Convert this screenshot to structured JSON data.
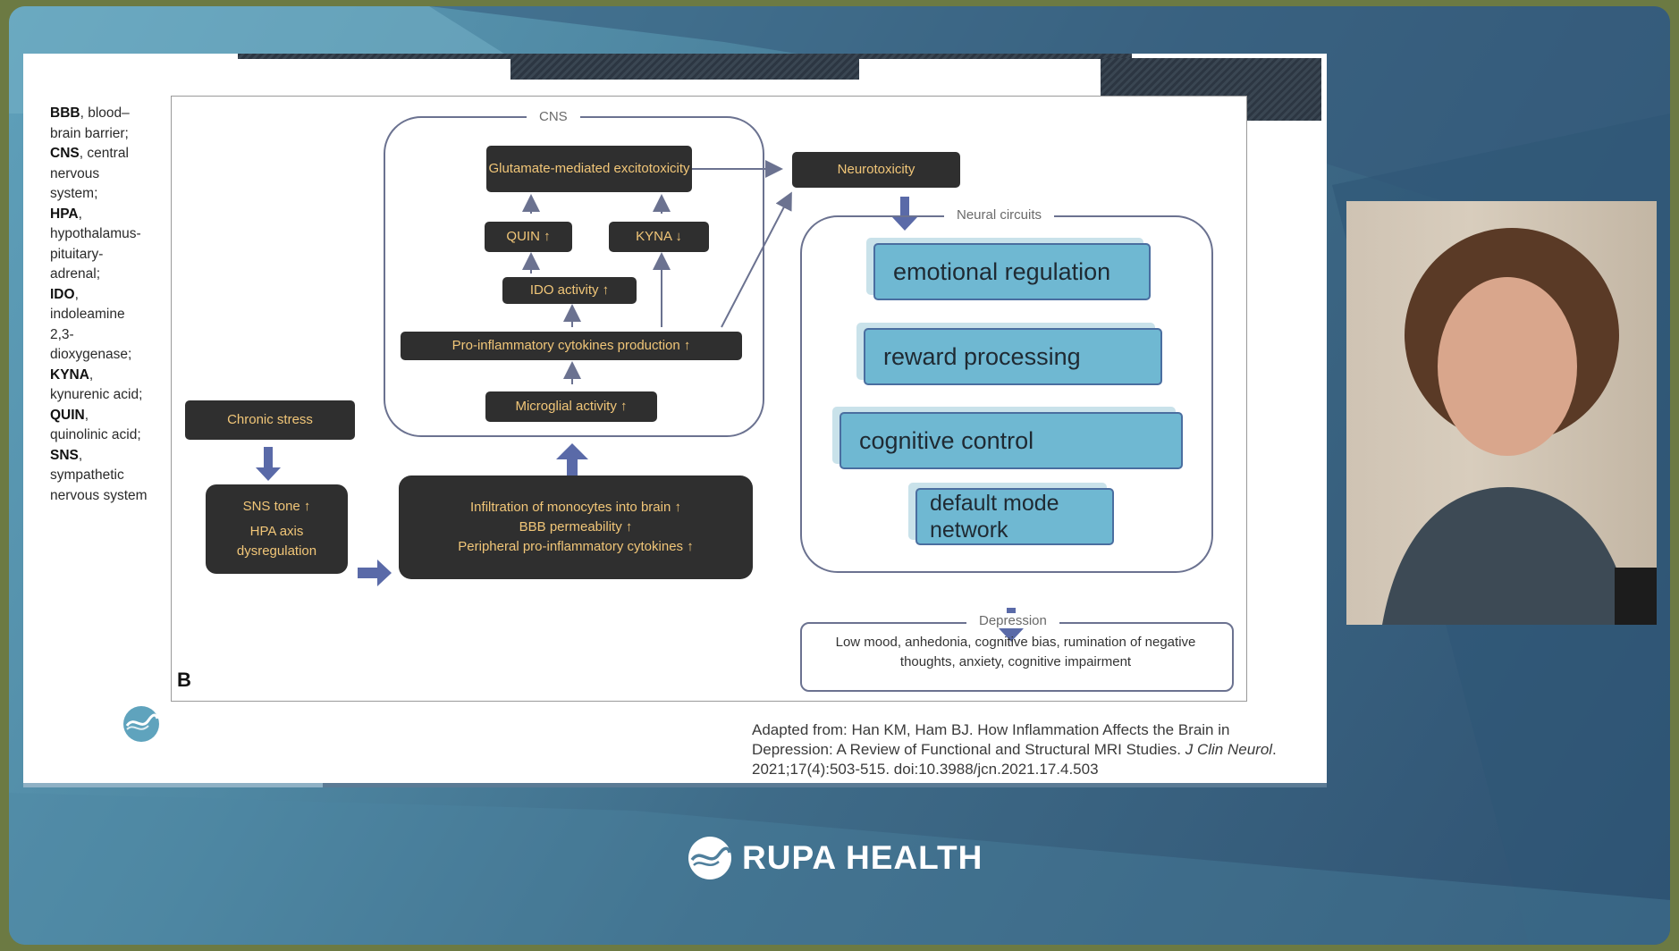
{
  "abbreviations": [
    {
      "term": "BBB",
      "definition": "blood–brain barrier;"
    },
    {
      "term": "CNS",
      "definition": "central nervous system;"
    },
    {
      "term": "HPA",
      "definition": "hypothalamus-pituitary-adrenal;"
    },
    {
      "term": "IDO",
      "definition": "indoleamine 2,3-dioxygenase;"
    },
    {
      "term": "KYNA",
      "definition": "kynurenic acid;"
    },
    {
      "term": "QUIN",
      "definition": "quinolinic acid;"
    },
    {
      "term": "SNS",
      "definition": "sympathetic nervous system"
    }
  ],
  "diagram": {
    "cns_label": "CNS",
    "neural_circuits_label": "Neural circuits",
    "depression_label": "Depression",
    "glutamate": "Glutamate-mediated excitotoxicity",
    "neurotoxicity": "Neurotoxicity",
    "quin": "QUIN ↑",
    "kyna": "KYNA ↓",
    "ido": "IDO activity ↑",
    "cytokines": "Pro-inflammatory cytokines production ↑",
    "microglial": "Microglial activity ↑",
    "chronic_stress": "Chronic stress",
    "sns_line1": "SNS tone ↑",
    "sns_line2": "HPA axis dysregulation",
    "infiltration_line1": "Infiltration of monocytes into brain ↑",
    "infiltration_line2": "BBB permeability ↑",
    "infiltration_line3": "Peripheral pro-inflammatory cytokines ↑",
    "circuits": [
      "emotional regulation",
      "reward processing",
      "cognitive control",
      "default mode network"
    ],
    "depression_text": "Low mood, anhedonia, cognitive bias, rumination of negative thoughts, anxiety, cognitive impairment",
    "figure_letter": "B"
  },
  "citation": {
    "prefix": "Adapted from: Han KM, Ham BJ. How Inflammation Affects the Brain in Depression: A Review of Functional and Structural MRI Studies. ",
    "journal": "J Clin Neurol",
    "suffix": ". 2021;17(4):503-515. doi:10.3988/jcn.2021.17.4.503"
  },
  "brand": {
    "name": "RUPA HEALTH"
  },
  "progress": {
    "fraction": 0.23
  },
  "colors": {
    "accent_blue": "#6fb8d2",
    "dark_box": "#2f2f2f",
    "box_text": "#f1c678"
  }
}
